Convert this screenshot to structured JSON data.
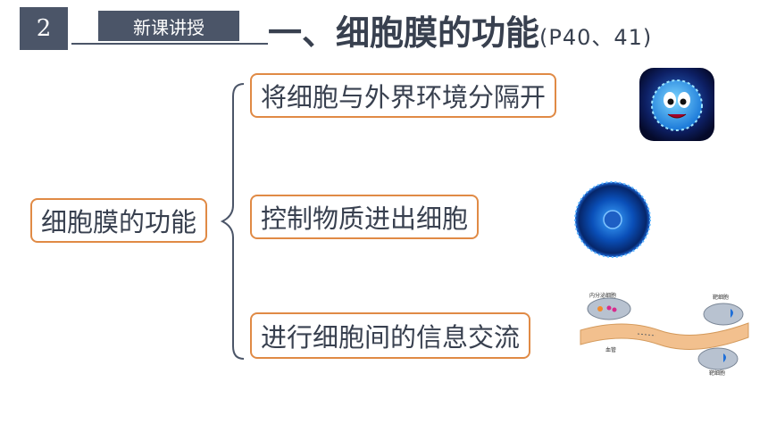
{
  "header": {
    "section_number": "2",
    "section_tag": "新课讲授",
    "title": "一、细胞膜的功能",
    "title_ref": "(P40、41)"
  },
  "tree": {
    "root": "细胞膜的功能",
    "items": [
      {
        "label": "将细胞与外界环境分隔开"
      },
      {
        "label": "控制物质进出细胞"
      },
      {
        "label": "进行细胞间的信息交流"
      }
    ]
  },
  "diagram": {
    "cell_secreting": "内分泌细胞",
    "blood_vessel": "血管",
    "target_cell_1": "靶细胞",
    "target_cell_2": "靶细胞"
  },
  "colors": {
    "accent_dark": "#4b5568",
    "box_border": "#e08a45",
    "text": "#38404f"
  }
}
